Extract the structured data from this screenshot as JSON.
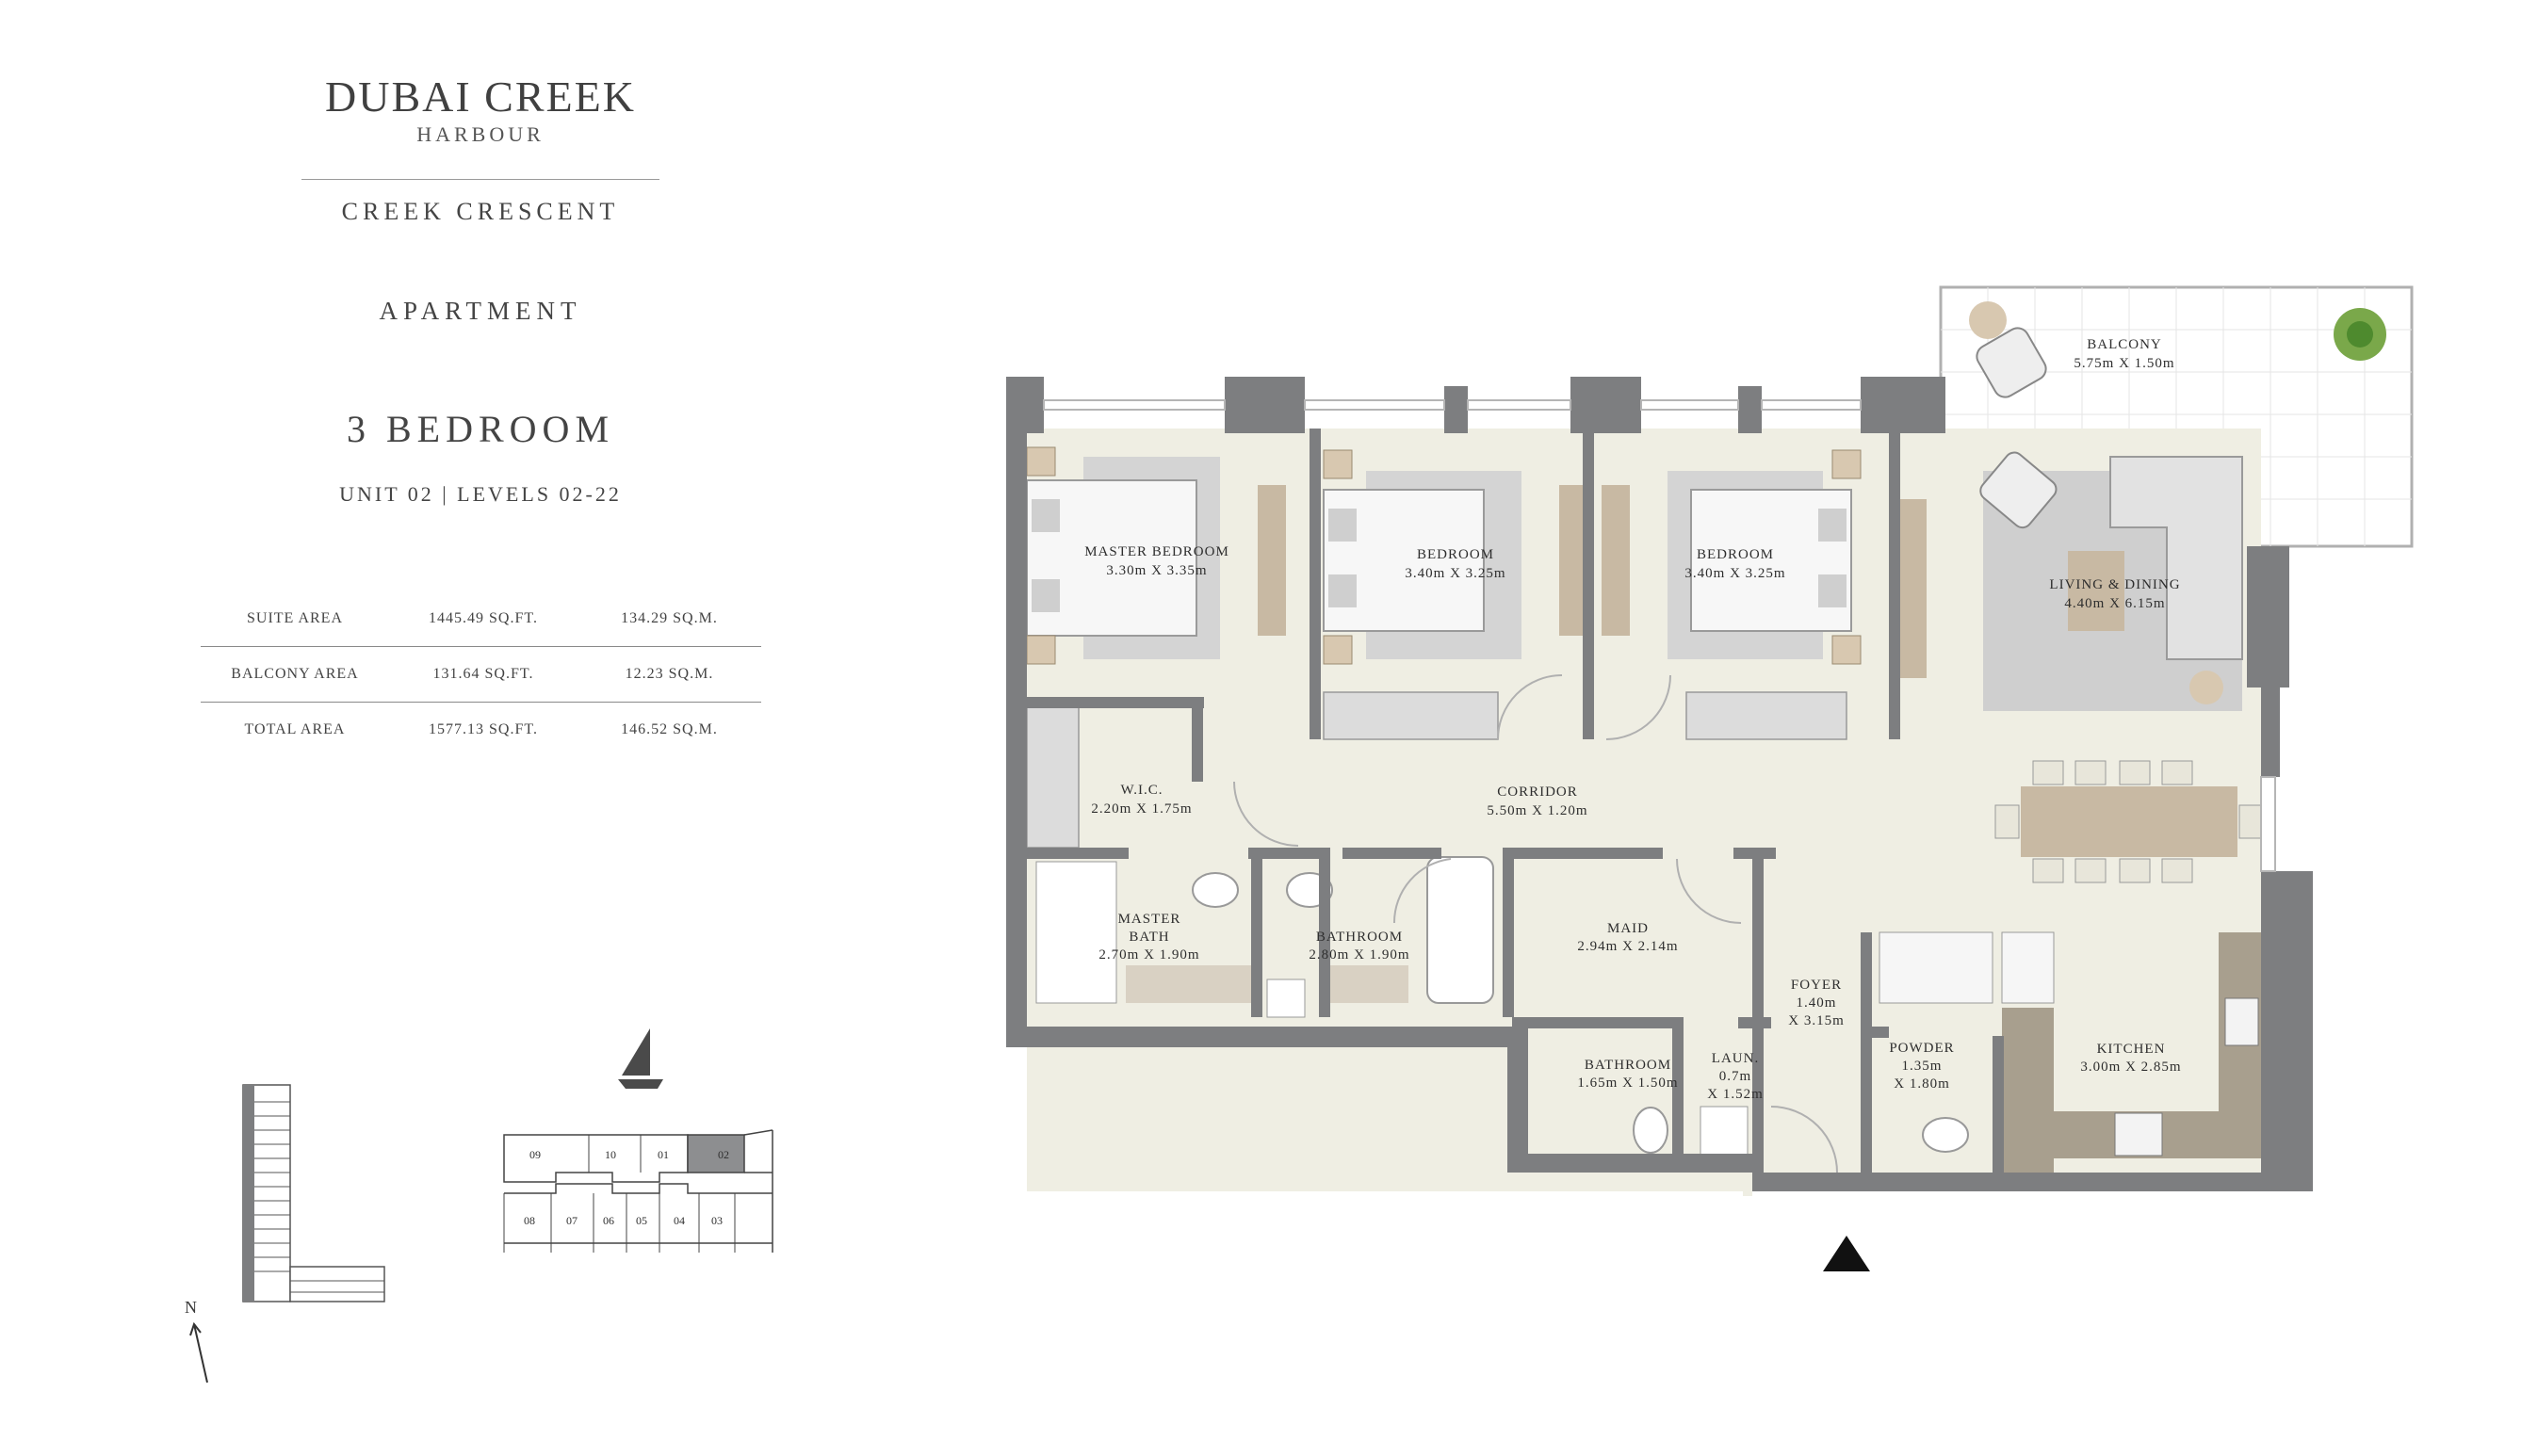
{
  "brand": {
    "name": "DUBAI CREEK",
    "sub": "HARBOUR"
  },
  "project": "CREEK CRESCENT",
  "unit_type": "APARTMENT",
  "bedrooms": "3 BEDROOM",
  "unit_levels": "UNIT 02 | LEVELS 02-22",
  "areas": [
    {
      "label": "SUITE AREA",
      "sqft": "1445.49 SQ.FT.",
      "sqm": "134.29 SQ.M."
    },
    {
      "label": "BALCONY AREA",
      "sqft": "131.64 SQ.FT.",
      "sqm": "12.23 SQ.M."
    },
    {
      "label": "TOTAL AREA",
      "sqft": "1577.13 SQ.FT.",
      "sqm": "146.52 SQ.M."
    }
  ],
  "rooms": {
    "master_bedroom": {
      "name": "MASTER BEDROOM",
      "size": "3.30m X 3.35m"
    },
    "bedroom_2": {
      "name": "BEDROOM",
      "size": "3.40m X 3.25m"
    },
    "bedroom_3": {
      "name": "BEDROOM",
      "size": "3.40m X 3.25m"
    },
    "living_dining": {
      "name": "LIVING & DINING",
      "size": "4.40m X 6.15m"
    },
    "balcony": {
      "name": "BALCONY",
      "size": "5.75m X 1.50m"
    },
    "wic": {
      "name": "W.I.C.",
      "size": "2.20m X 1.75m"
    },
    "corridor": {
      "name": "CORRIDOR",
      "size": "5.50m X 1.20m"
    },
    "master_bath": {
      "name1": "MASTER",
      "name2": "BATH",
      "size": "2.70m X 1.90m"
    },
    "bathroom_1": {
      "name": "BATHROOM",
      "size": "2.80m X 1.90m"
    },
    "maid": {
      "name": "MAID",
      "size": "2.94m X 2.14m"
    },
    "foyer": {
      "name": "FOYER",
      "size1": "1.40m",
      "size2": "X 3.15m"
    },
    "bathroom_2": {
      "name": "BATHROOM",
      "size": "1.65m X 1.50m"
    },
    "laundry": {
      "name": "LAUN.",
      "size1": "0.7m",
      "size2": "X 1.52m"
    },
    "powder": {
      "name": "POWDER",
      "size1": "1.35m",
      "size2": "X 1.80m"
    },
    "kitchen": {
      "name": "KITCHEN",
      "size": "3.00m X 2.85m"
    }
  },
  "keyplan": {
    "top_units": [
      "09",
      "10",
      "01",
      "02"
    ],
    "bottom_units": [
      "08",
      "07",
      "06",
      "05",
      "04",
      "03"
    ],
    "highlight": "02"
  },
  "north_label": "N",
  "colors": {
    "wall": "#7d7e80",
    "floor": "#efeee3",
    "wood": "#c8b9a3",
    "rug": "#cfcfcf"
  }
}
